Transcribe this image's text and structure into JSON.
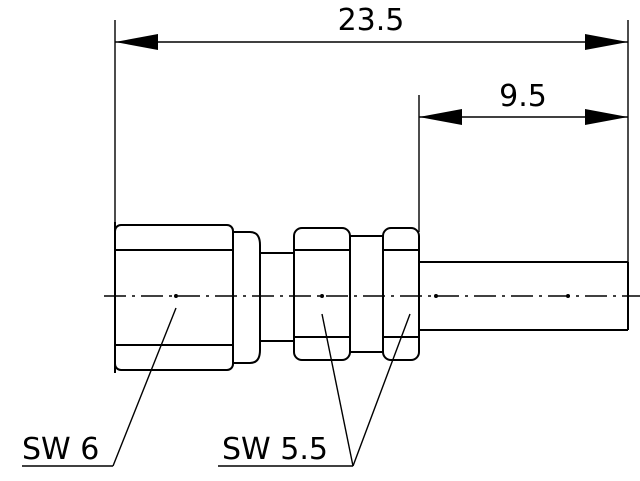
{
  "dimensions": {
    "overall_length": "23.5",
    "body_length": "9.5"
  },
  "labels": {
    "wrench_size_left": "SW 6",
    "wrench_size_right": "SW 5.5"
  }
}
